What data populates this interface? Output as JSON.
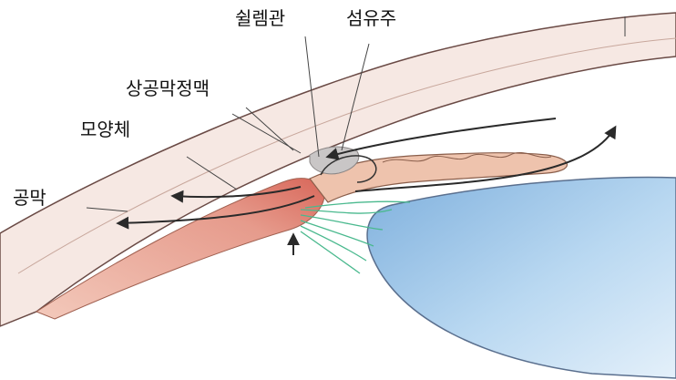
{
  "labels": {
    "schlemm_canal": "쉴렘관",
    "trabecular_meshwork": "섬유주",
    "episcleral_vein": "상공막정맥",
    "ciliary_body": "모양체",
    "sclera": "공막"
  },
  "colors": {
    "sclera_outline": "#6a4a45",
    "sclera_fill": "#f6e8e3",
    "ciliary_fill": "#eab2a4",
    "ciliary_core": "#d9776a",
    "iris_fill": "#eec3ad",
    "lens_fill": "#a9cdec",
    "lens_edge": "#5a6f8e",
    "zonule": "#4ab98e",
    "arrow": "#2a2a2a"
  }
}
